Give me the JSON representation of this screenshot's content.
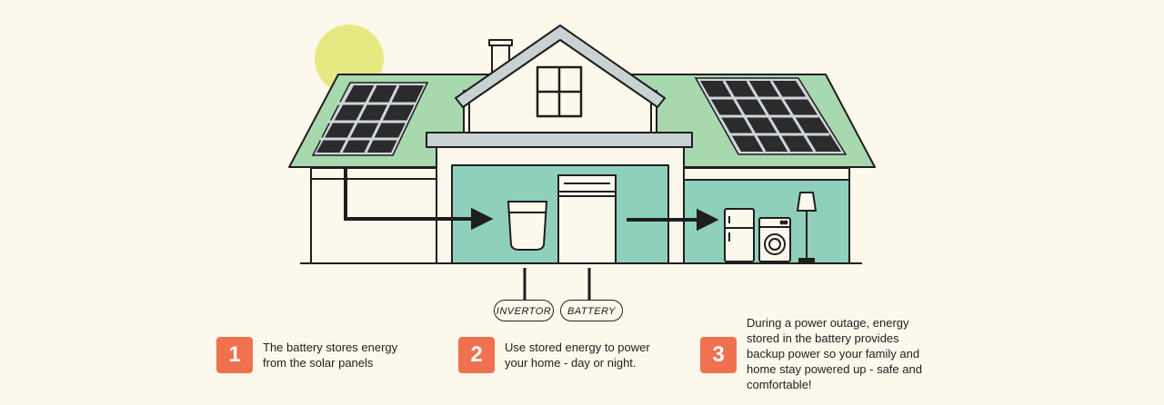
{
  "labels": {
    "inverter": "INVERTOR",
    "battery": "BATTERY"
  },
  "steps": [
    {
      "number": "1",
      "text": "The battery stores energy\nfrom the solar panels"
    },
    {
      "number": "2",
      "text": "Use stored energy to power\nyour home - day or night."
    },
    {
      "number": "3",
      "text": "During a power outage, energy\nstored in the battery provides\nbackup power so your family and\nhome stay powered up - safe and\ncomfortable!"
    }
  ],
  "colors": {
    "background": "#fdf8ec",
    "sun": "#e6e982",
    "roof": "#a8d8ae",
    "wall": "#fdf8ec",
    "room": "#8fd0bd",
    "panel": "#2b2b2b",
    "step_badge": "#f0714f"
  }
}
